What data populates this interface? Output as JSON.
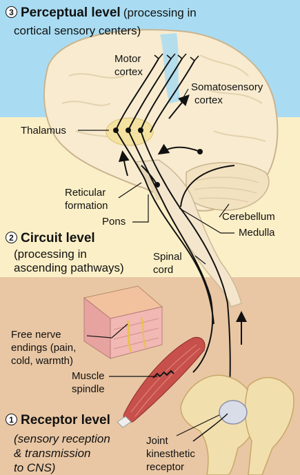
{
  "levels": {
    "perceptual": {
      "number": "3",
      "title": "Perceptual level",
      "subtitle_line1": "(processing in",
      "subtitle_line2": "cortical sensory centers)"
    },
    "circuit": {
      "number": "2",
      "title": "Circuit level",
      "subtitle_line1": "(processing in",
      "subtitle_line2": "ascending pathways)"
    },
    "receptor": {
      "number": "1",
      "title": "Receptor level",
      "subtitle_line1": "(sensory reception",
      "subtitle_line2": "& transmission",
      "subtitle_line3": "to CNS)"
    }
  },
  "labels": {
    "motor_cortex_1": "Motor",
    "motor_cortex_2": "cortex",
    "somatosensory_1": "Somatosensory",
    "somatosensory_2": "cortex",
    "thalamus": "Thalamus",
    "reticular_1": "Reticular",
    "reticular_2": "formation",
    "pons": "Pons",
    "cerebellum": "Cerebellum",
    "medulla": "Medulla",
    "spinal_1": "Spinal",
    "spinal_2": "cord",
    "free_nerve_1": "Free nerve",
    "free_nerve_2": "endings (pain,",
    "free_nerve_3": "cold, warmth)",
    "muscle_1": "Muscle",
    "muscle_2": "spindle",
    "joint_1": "Joint",
    "joint_2": "kinesthetic",
    "joint_3": "receptor"
  },
  "colors": {
    "perceptual_band": "#a9dcf2",
    "circuit_band": "#fbefc7",
    "receptor_band": "#e9c7a4",
    "brain": "#f8ebcf",
    "brain_outline": "#c9b48f",
    "pathway": "#111111"
  }
}
